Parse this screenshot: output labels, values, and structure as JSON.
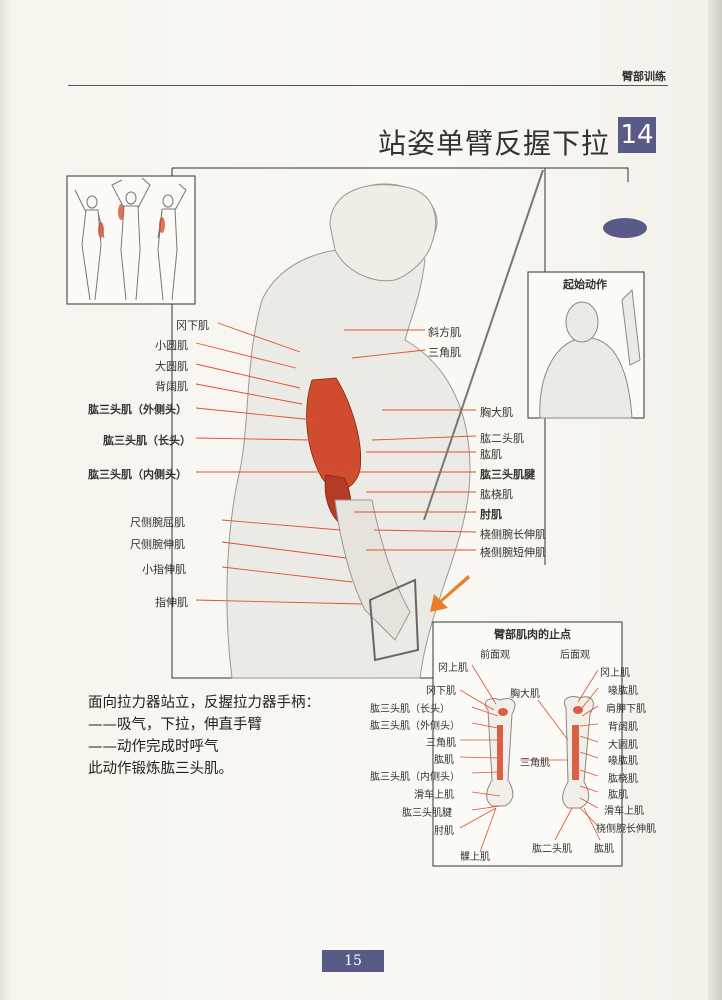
{
  "header": {
    "section": "臂部训练",
    "title": "站姿单臂反握下拉",
    "number": "14"
  },
  "start_panel": {
    "title": "起始动作"
  },
  "main_labels_left": [
    {
      "text": "冈下肌",
      "bold": false
    },
    {
      "text": "小圆肌",
      "bold": false
    },
    {
      "text": "大圆肌",
      "bold": false
    },
    {
      "text": "背阔肌",
      "bold": false
    },
    {
      "text": "肱三头肌（外侧头）",
      "bold": true
    },
    {
      "text": "肱三头肌（长头）",
      "bold": true
    },
    {
      "text": "肱三头肌（内侧头）",
      "bold": true
    },
    {
      "text": "尺侧腕屈肌",
      "bold": false
    },
    {
      "text": "尺侧腕伸肌",
      "bold": false
    },
    {
      "text": "小指伸肌",
      "bold": false
    },
    {
      "text": "指伸肌",
      "bold": false
    }
  ],
  "main_labels_right": [
    {
      "text": "斜方肌",
      "bold": false
    },
    {
      "text": "三角肌",
      "bold": false
    },
    {
      "text": "胸大肌",
      "bold": false
    },
    {
      "text": "肱二头肌",
      "bold": false
    },
    {
      "text": "肱肌",
      "bold": false
    },
    {
      "text": "肱三头肌腱",
      "bold": true
    },
    {
      "text": "肱桡肌",
      "bold": false
    },
    {
      "text": "肘肌",
      "bold": true
    },
    {
      "text": "桡侧腕长伸肌",
      "bold": false
    },
    {
      "text": "桡侧腕短伸肌",
      "bold": false
    }
  ],
  "insertion_panel": {
    "title": "臂部肌肉的止点",
    "front_label": "前面观",
    "back_label": "后面观",
    "left_labels": [
      "冈上肌",
      "冈下肌",
      "肱三头肌（长头）",
      "肱三头肌（外侧头）",
      "三角肌",
      "肱肌",
      "肱三头肌（内侧头）",
      "滑车上肌",
      "肱三头肌腱",
      "肘肌"
    ],
    "center_labels": [
      "胸大肌",
      "三角肌"
    ],
    "right_labels": [
      "冈上肌",
      "喙肱肌",
      "肩胛下肌",
      "背阔肌",
      "大圆肌",
      "喙肱肌",
      "肱桡肌",
      "肱肌",
      "滑车上肌",
      "桡侧腕长伸肌"
    ],
    "bottom_labels": [
      "髁上肌",
      "肱二头肌",
      "肱肌"
    ]
  },
  "description": [
    "面向拉力器站立，反握拉力器手柄：",
    "——吸气，下拉，伸直手臂",
    "——动作完成时呼气",
    "此动作锻炼肱三头肌。"
  ],
  "page_number": "15",
  "colors": {
    "accent": "#5a5a86",
    "muscle": "#d8462a",
    "line": "#e0522f"
  }
}
